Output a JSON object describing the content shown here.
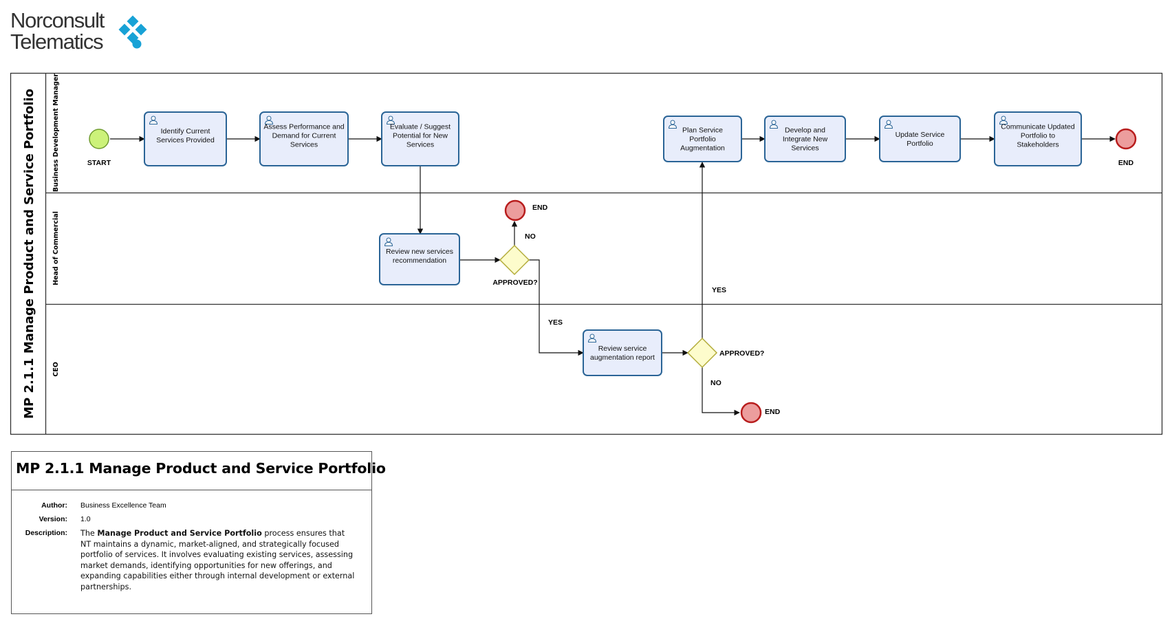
{
  "brand": {
    "line1": "Norconsult",
    "line2": "Telematics",
    "logo_color": "#18a2d6",
    "logo_symbol": "norconsult-diamond-mark"
  },
  "pool": {
    "title": "MP 2.1.1 Manage Product and Service Portfolio",
    "lanes": [
      "Business Development Manager",
      "Head of Commercial",
      "CEO"
    ]
  },
  "events": {
    "start_label": "START",
    "end_label_1": "END",
    "end_label_2": "END",
    "end_label_3": "END"
  },
  "tasks": {
    "identify": [
      "Identify Current",
      "Services Provided"
    ],
    "assess": [
      "Assess Performance and",
      "Demand for Current",
      "Services"
    ],
    "evaluate": [
      "Evaluate  / Suggest",
      "Potential for New",
      "Services"
    ],
    "plan": [
      "Plan Service",
      "Portfolio",
      "Augmentation"
    ],
    "develop": [
      "Develop and",
      "Integrate New",
      "Services"
    ],
    "update": [
      "Update Service",
      "Portfolio"
    ],
    "communicate": [
      "Communicate Updated",
      "Portfolio to",
      "Stakeholders"
    ],
    "review_new": [
      "Review new services",
      "recommendation"
    ],
    "review_aug": [
      "Review service",
      "augmentation report"
    ]
  },
  "gateways": {
    "hoc_label": "APPROVED?",
    "ceo_label": "APPROVED?"
  },
  "flow_labels": {
    "hoc_no": "NO",
    "hoc_yes": "YES",
    "ceo_yes": "YES",
    "ceo_no": "NO"
  },
  "colors": {
    "task_fill": "#e8edfb",
    "task_stroke": "#2a6496",
    "start_fill": "#ccf27a",
    "start_stroke": "#6e9b2f",
    "end_fill": "#ec9d9d",
    "end_stroke": "#b81d1d",
    "gateway_fill": "#fdfccc",
    "gateway_stroke": "#b3ac3a"
  },
  "info": {
    "title": "MP 2.1.1 Manage Product and Service Portfolio",
    "author_label": "Author:",
    "author": "Business Excellence Team",
    "version_label": "Version:",
    "version": "1.0",
    "description_label": "Description:",
    "description_prefix": "The ",
    "description_bold": "Manage Product and Service Portfolio",
    "description_rest": " process ensures that NT maintains a dynamic, market-aligned, and strategically focused portfolio of services. It involves evaluating existing services, assessing market demands, identifying opportunities for new offerings, and expanding capabilities either through internal development or external partnerships."
  }
}
